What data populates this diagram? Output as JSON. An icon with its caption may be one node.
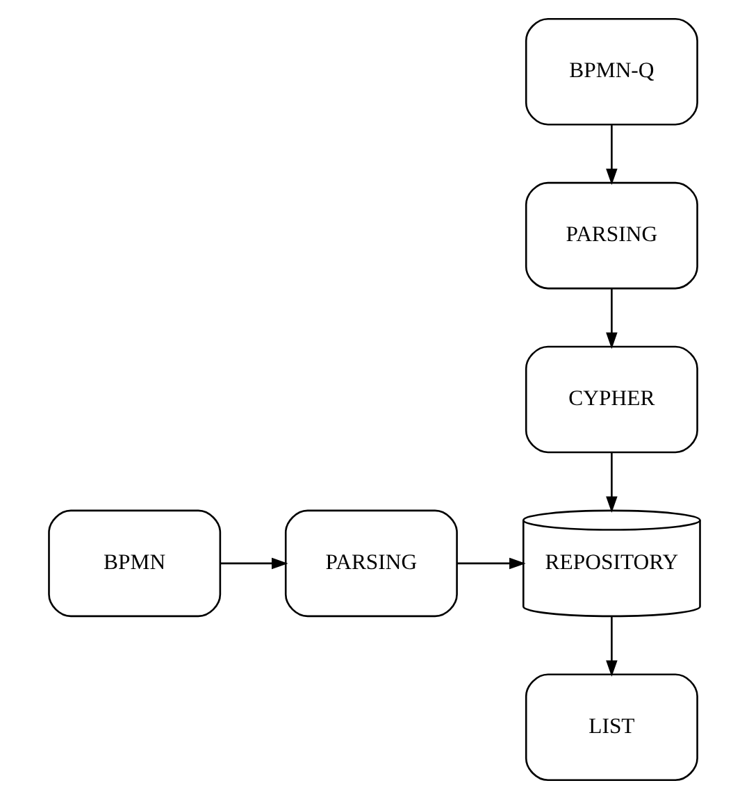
{
  "diagram": {
    "nodes": [
      {
        "text": [
          "BPMN-Q"
        ]
      },
      {
        "text": [
          "PARSING"
        ]
      },
      {
        "text": [
          "CYPHER"
        ]
      },
      {
        "text": [
          "BPMN"
        ]
      },
      {
        "text": [
          "PARSING"
        ]
      },
      {
        "text": [
          "REPOSITORY"
        ]
      },
      {
        "text": [
          "LIST"
        ]
      }
    ],
    "edges": [
      {
        "from": 0,
        "to": 1,
        "arrow": "to"
      },
      {
        "from": 1,
        "to": 2,
        "arrow": "to"
      },
      {
        "from": 2,
        "to": 5,
        "arrow": "to"
      },
      {
        "from": 3,
        "to": 4,
        "arrow": "to"
      },
      {
        "from": 4,
        "to": 5,
        "arrow": "to"
      },
      {
        "from": 5,
        "to": 6,
        "arrow": "to"
      }
    ]
  }
}
